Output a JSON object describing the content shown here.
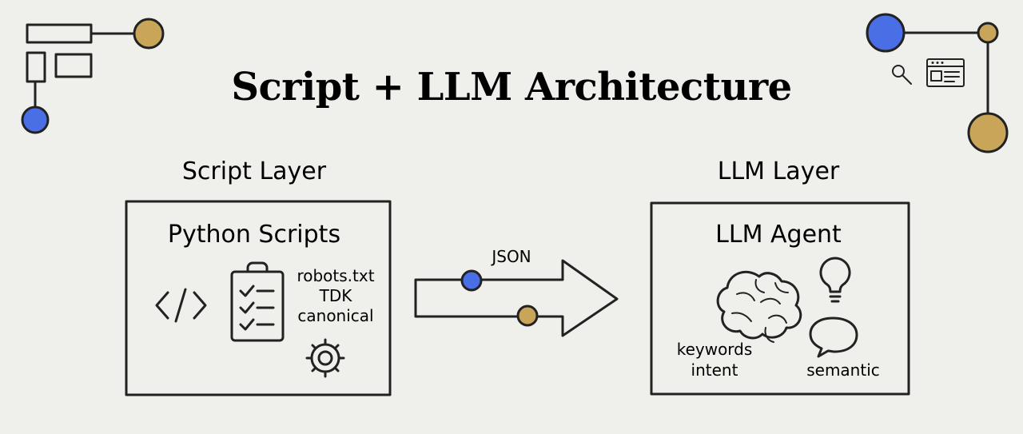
{
  "title": "Script + LLM Architecture",
  "colors": {
    "background": "#efefec",
    "blue": "#4a6ee6",
    "gold": "#c9a55a",
    "stroke": "#222222"
  },
  "left": {
    "layer_label": "Script Layer",
    "box_title": "Python Scripts",
    "items": [
      "robots.txt",
      "TDK",
      "canonical"
    ],
    "icons": [
      "code-icon",
      "clipboard-checklist-icon",
      "gear-icon"
    ]
  },
  "connector": {
    "label": "JSON"
  },
  "right": {
    "layer_label": "LLM Layer",
    "box_title": "LLM Agent",
    "labels": {
      "left": [
        "keywords",
        "intent"
      ],
      "right": "semantic"
    },
    "icons": [
      "brain-icon",
      "lightbulb-icon",
      "speech-bubble-icon"
    ]
  },
  "decorations": {
    "top_left": [
      "rectangles-icon",
      "blue-node",
      "gold-node"
    ],
    "top_right": [
      "search-icon",
      "browser-window-icon",
      "blue-node",
      "gold-node"
    ]
  }
}
